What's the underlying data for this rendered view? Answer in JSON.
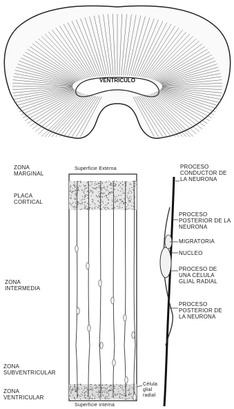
{
  "top_diagram": {
    "ventricle_label": "VENTRICULO"
  },
  "column_diagram": {
    "top_label": "Superficie Externa",
    "bottom_label": "Superficie interna",
    "zones": [
      {
        "key": "marginal",
        "label": "ZONA\nMARGINAL"
      },
      {
        "key": "placa",
        "label": "PLACA\nCORTICAL"
      },
      {
        "key": "intermedia",
        "label": "ZONA\nINTERMEDIA"
      },
      {
        "key": "subventricular",
        "label": "ZONA\nSUBVENTRICULAR"
      },
      {
        "key": "ventricular",
        "label": "ZONA\nVENTRICULAR"
      }
    ],
    "glial_label": "Célula\nglial\nradial"
  },
  "right_labels": [
    {
      "key": "conductor",
      "label": "PROCESO\nCONDUCTOR DE\nLA NEURONA"
    },
    {
      "key": "posterior1",
      "label": "PROCESO\nPOSTERIOR DE LA\nNEURONA"
    },
    {
      "key": "migratoria",
      "label": "MIGRATORIA"
    },
    {
      "key": "nucleo",
      "label": "NUCLEO"
    },
    {
      "key": "glial",
      "label": "PROCESO DE\nUNA CELULA\nGLIAL RADIAL"
    },
    {
      "key": "posterior2",
      "label": "PROCESO\nPOSTERIOR DE\nLA NEURONA"
    }
  ],
  "colors": {
    "ink": "#1a1a1a",
    "stipple": "#6a6a6a",
    "paper": "#ffffff"
  }
}
